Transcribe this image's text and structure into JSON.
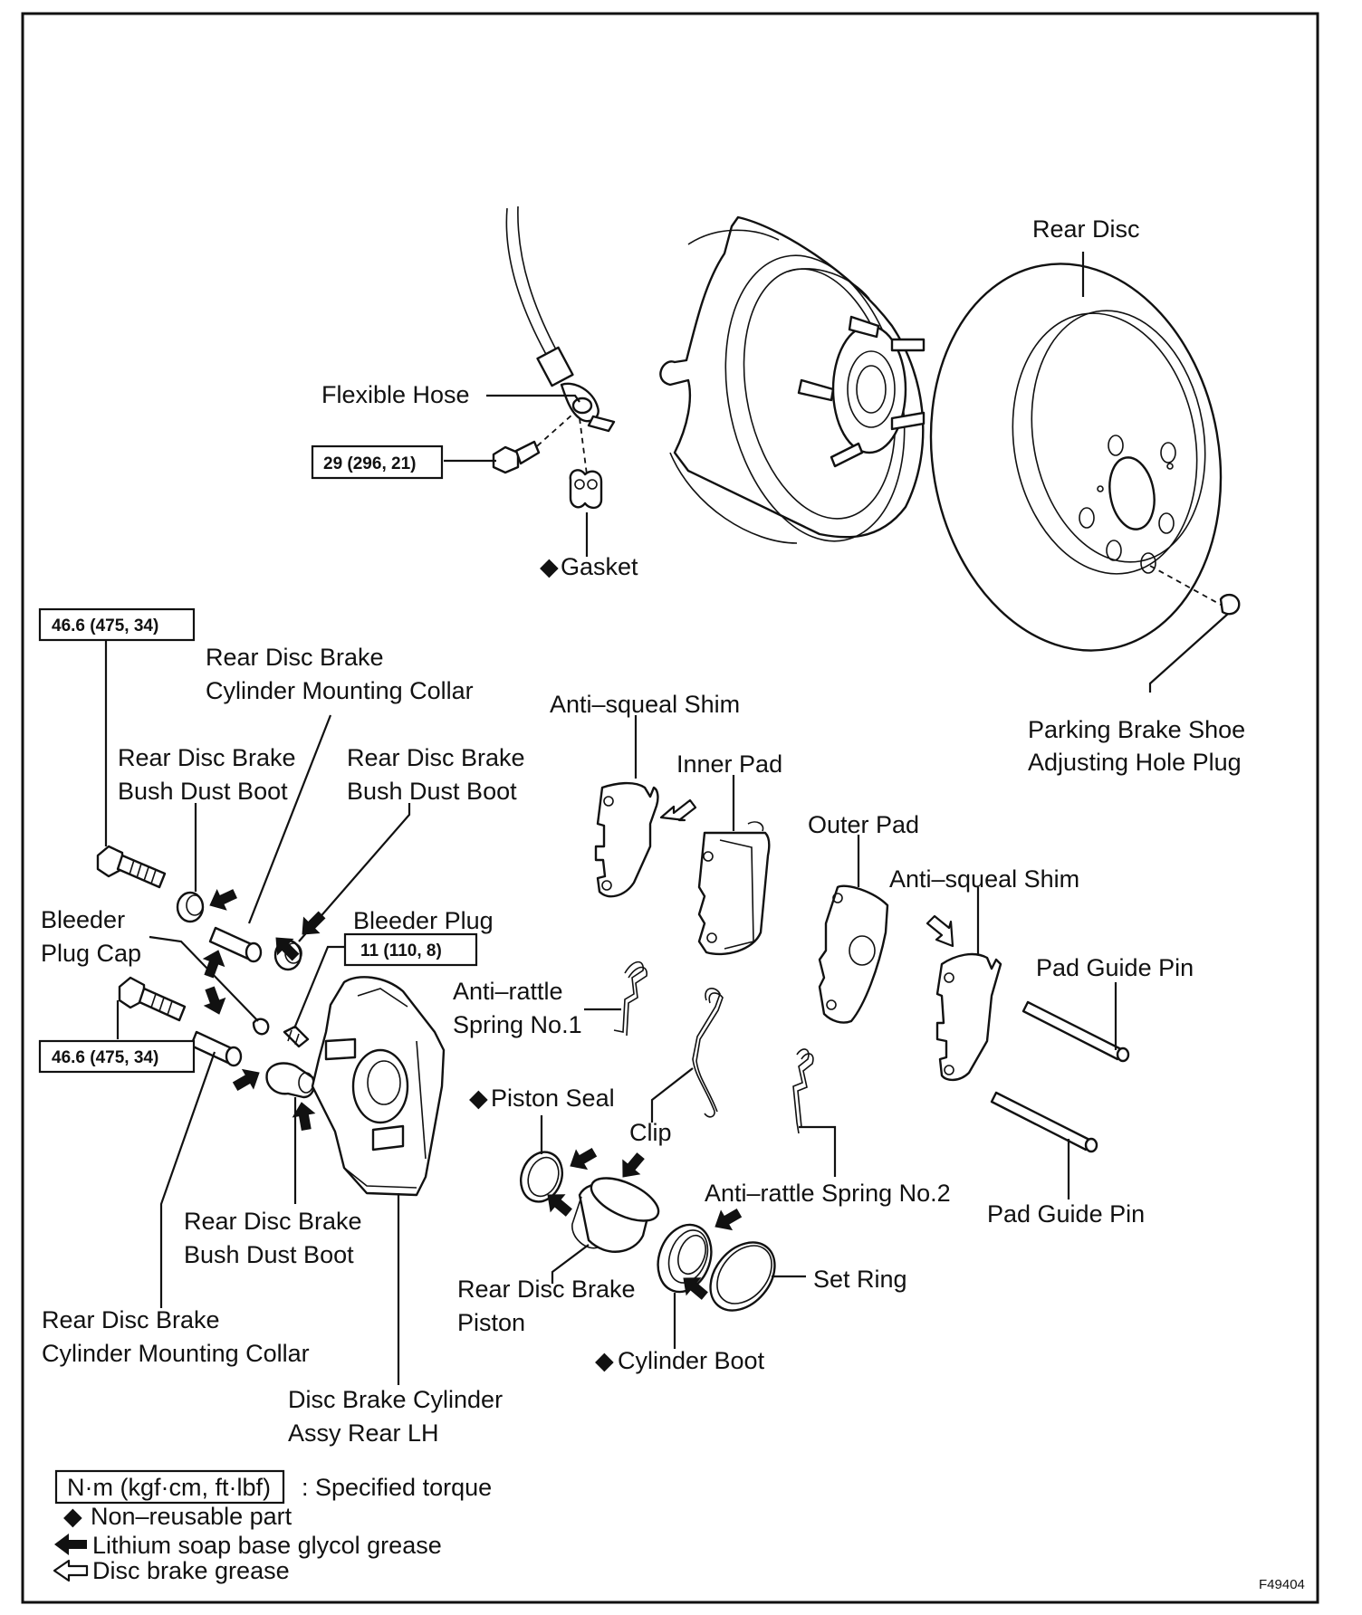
{
  "labels": {
    "rear_disc": "Rear Disc",
    "flexible_hose": "Flexible Hose",
    "gasket": "Gasket",
    "parking_plug_1": "Parking Brake Shoe",
    "parking_plug_2": "Adjusting Hole Plug",
    "mounting_collar_top_1": "Rear Disc Brake",
    "mounting_collar_top_2": "Cylinder Mounting Collar",
    "anti_squeal_shim_1": "Anti–squeal Shim",
    "inner_pad": "Inner Pad",
    "outer_pad": "Outer Pad",
    "anti_squeal_shim_2": "Anti–squeal Shim",
    "bush_boot_a_1": "Rear Disc Brake",
    "bush_boot_a_2": "Bush Dust Boot",
    "bush_boot_b_1": "Rear Disc Brake",
    "bush_boot_b_2": "Bush Dust Boot",
    "bleeder_cap_1": "Bleeder",
    "bleeder_cap_2": "Plug Cap",
    "bleeder_plug": "Bleeder Plug",
    "anti_rattle_1_a": "Anti–rattle",
    "anti_rattle_1_b": "Spring No.1",
    "pad_guide_pin_top": "Pad Guide Pin",
    "piston_seal": "Piston Seal",
    "clip": "Clip",
    "anti_rattle_2": "Anti–rattle Spring No.2",
    "pad_guide_pin_bottom": "Pad Guide Pin",
    "bush_boot_c_1": "Rear Disc Brake",
    "bush_boot_c_2": "Bush Dust Boot",
    "piston_1": "Rear Disc Brake",
    "piston_2": "Piston",
    "set_ring": "Set Ring",
    "mounting_collar_bottom_1": "Rear Disc Brake",
    "mounting_collar_bottom_2": "Cylinder Mounting Collar",
    "cylinder_boot": "Cylinder Boot",
    "cylinder_assy_1": "Disc Brake Cylinder",
    "cylinder_assy_2": "Assy Rear LH"
  },
  "torque": {
    "union_bolt": "29 (296, 21)",
    "upper_bolt": "46.6 (475, 34)",
    "bleeder": "11 (110, 8)",
    "lower_bolt": "46.6 (475, 34)"
  },
  "legend": {
    "torque_unit": "N·m (kgf·cm, ft·lbf)",
    "torque_desc": ": Specified torque",
    "non_reusable": "Non–reusable part",
    "lithium": "Lithium soap base glycol grease",
    "disc_grease": "Disc brake grease"
  },
  "figure_id": "F49404",
  "symbols": {
    "non_reusable": "◆"
  }
}
